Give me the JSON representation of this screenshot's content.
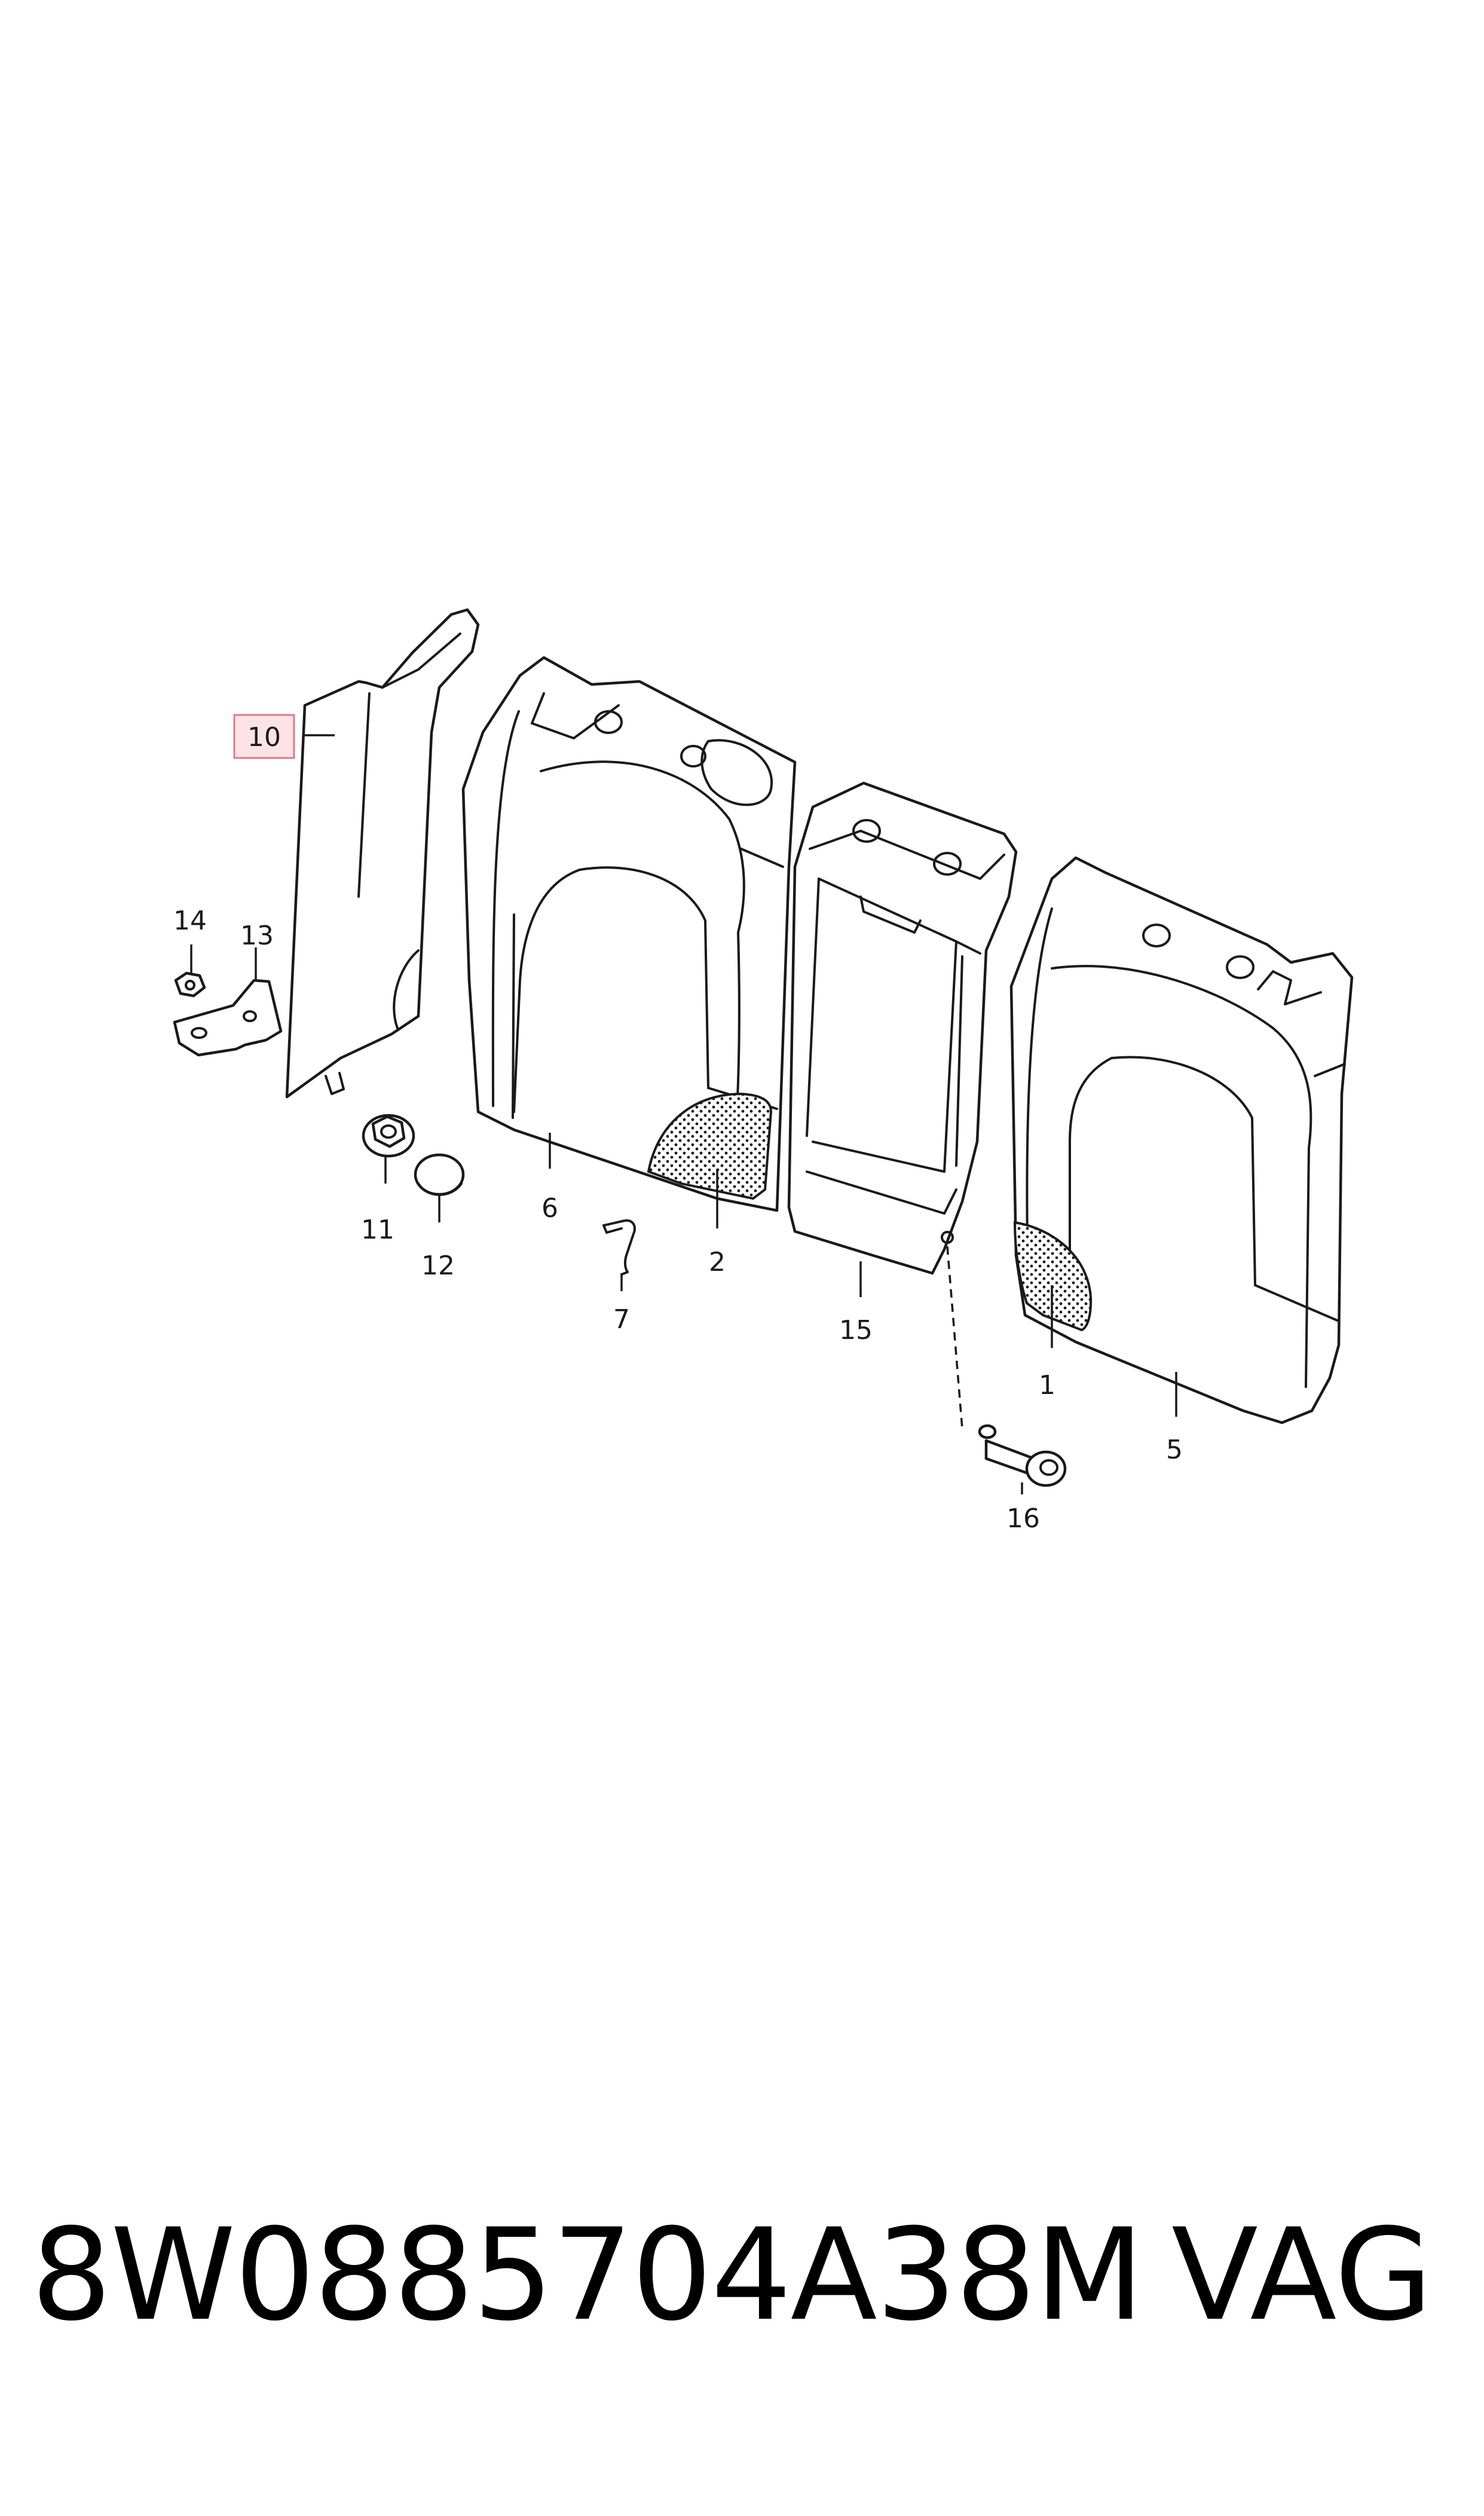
{
  "diagram": {
    "callouts": [
      {
        "id": "1",
        "label": "1"
      },
      {
        "id": "2",
        "label": "2"
      },
      {
        "id": "5",
        "label": "5"
      },
      {
        "id": "6",
        "label": "6"
      },
      {
        "id": "7",
        "label": "7"
      },
      {
        "id": "10",
        "label": "10",
        "highlighted": true
      },
      {
        "id": "11",
        "label": "11"
      },
      {
        "id": "12",
        "label": "12"
      },
      {
        "id": "13",
        "label": "13"
      },
      {
        "id": "14",
        "label": "14"
      },
      {
        "id": "15",
        "label": "15"
      },
      {
        "id": "16",
        "label": "16"
      }
    ],
    "highlight_color": "#fbe3e6",
    "highlight_border_color": "#e07a88"
  },
  "footer": {
    "part_number": "8W0885704A38M",
    "brand": "VAG"
  }
}
